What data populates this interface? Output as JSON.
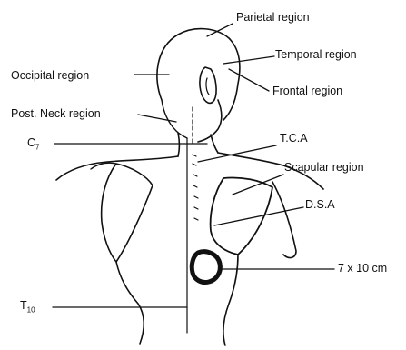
{
  "diagram": {
    "labels": {
      "parietal": "Parietal region",
      "temporal": "Temporal region",
      "occipital": "Occipital region",
      "frontal": "Frontal region",
      "post_neck": "Post. Neck region",
      "c7_main": "C",
      "c7_sub": "7",
      "tca": "T.C.A",
      "scapular": "Scapular region",
      "dsa": "D.S.A",
      "size": "7 x 10 cm",
      "t10_main": "T",
      "t10_sub": "10"
    },
    "colors": {
      "ink": "#111111",
      "background": "#ffffff"
    }
  }
}
